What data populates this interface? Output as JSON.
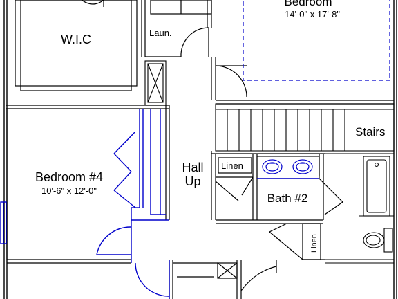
{
  "rooms": {
    "wic": "W.I.C",
    "laundry": "Laun.",
    "bedroom_top": "Bedroom",
    "bedroom_top_dim": "14'-0\" x 17'-8\"",
    "stairs": "Stairs",
    "hall_line1": "Hall",
    "hall_line2": "Up",
    "linen_upper": "Linen",
    "bedroom4": "Bedroom #4",
    "bedroom4_dim": "10'-6\" x 12'-0\"",
    "bath2": "Bath #2",
    "linen_lower": "Linen"
  },
  "colors": {
    "wall": "#000000",
    "blue_line": "#0000cc",
    "dashed": "#0000cc"
  }
}
